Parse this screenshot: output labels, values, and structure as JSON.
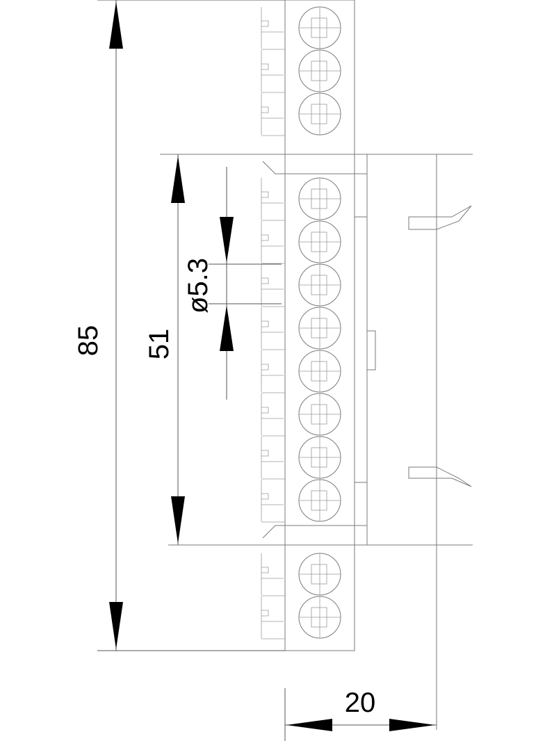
{
  "drawing": {
    "background_color": "#ffffff",
    "line_color": "#7a7a7a",
    "arrow_color": "#000000"
  },
  "dimensions": {
    "overall_height": "85",
    "rail_height": "51",
    "hole_diameter": "ø5.3",
    "depth": "20"
  },
  "terminals": {
    "upper_count": 3,
    "middle_count": 8,
    "lower_count": 2
  }
}
